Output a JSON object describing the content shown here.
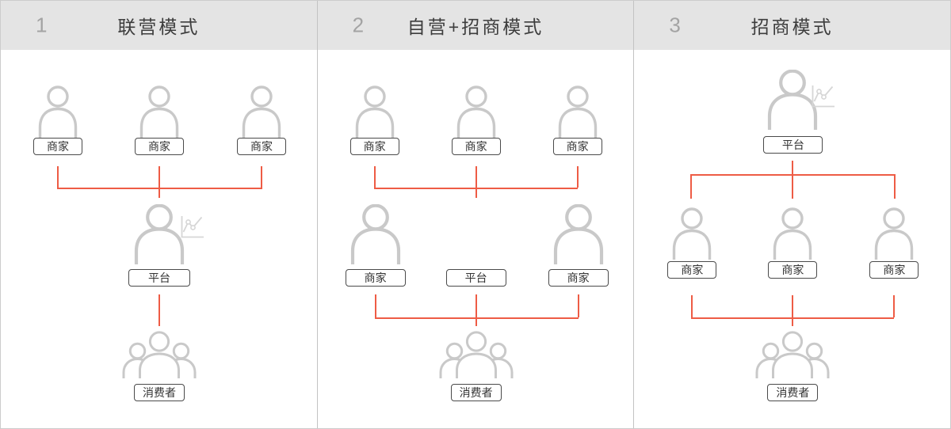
{
  "panels": [
    {
      "number": "1",
      "title": "联营模式",
      "merchants": [
        "商家",
        "商家",
        "商家"
      ],
      "platform": "平台",
      "consumer": "消费者"
    },
    {
      "number": "2",
      "title": "自营+招商模式",
      "merchants_top": [
        "商家",
        "商家",
        "商家"
      ],
      "merchants_mid": [
        "商家",
        "商家"
      ],
      "platform": "平台",
      "consumer": "消费者"
    },
    {
      "number": "3",
      "title": "招商模式",
      "platform": "平台",
      "merchants": [
        "商家",
        "商家",
        "商家"
      ],
      "consumer": "消费者"
    }
  ],
  "icons": {
    "merchant": "person-icon",
    "platform": "person-icon-large",
    "platform_badge": "trend-chart-icon",
    "consumer": "people-group-icon"
  },
  "colors": {
    "connector": "#ee5c45",
    "icon_gray": "#c9c9c9",
    "icon_light_gray": "#d6d6d6",
    "header_bg": "#e4e4e4",
    "panel_divider": "#c2c2c2",
    "outer_border": "#cccccc",
    "tag_border": "#4a4a4a",
    "tag_text": "#333333",
    "title_text": "#3d3d3d",
    "number_text": "#a3a3a3"
  }
}
